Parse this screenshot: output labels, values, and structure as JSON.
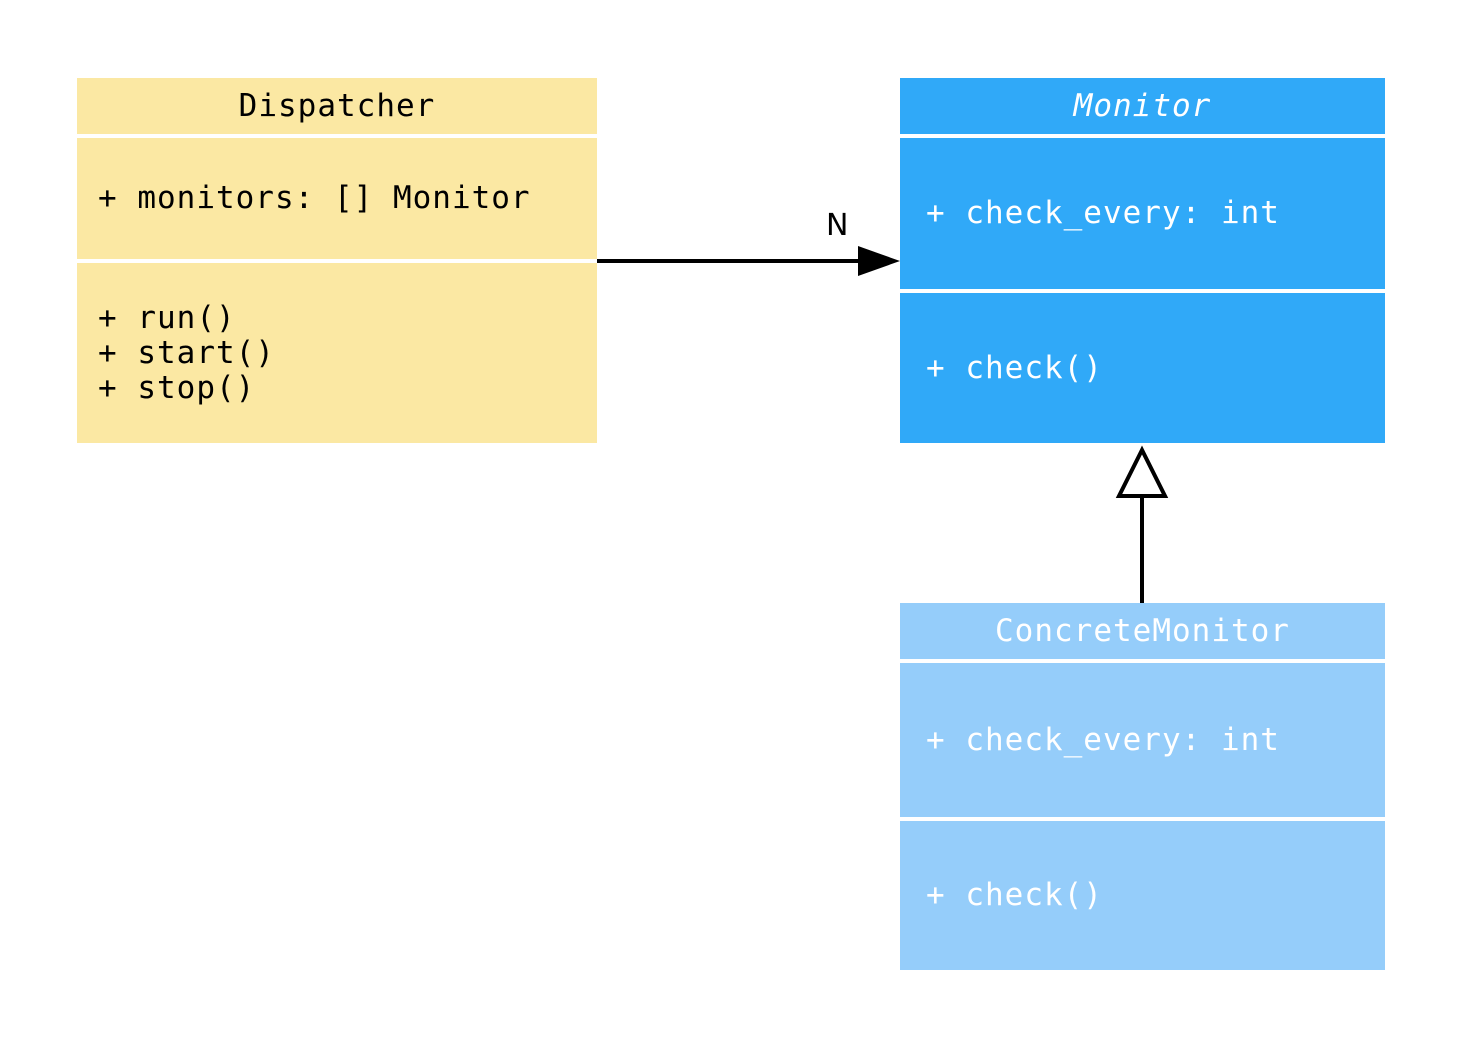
{
  "diagram": {
    "type": "uml-class-diagram",
    "background": "#ffffff",
    "line_color": "#000000",
    "classes": [
      {
        "name": "Dispatcher",
        "abstract": false,
        "fill": "#FBE8A3",
        "text_color": "#000000",
        "attributes": [
          "+ monitors: [] Monitor"
        ],
        "methods": [
          "+ run()",
          "+ start()",
          "+ stop()"
        ]
      },
      {
        "name": "Monitor",
        "abstract": true,
        "fill": "#30A9F8",
        "text_color": "#FFFFFF",
        "attributes": [
          "+ check_every: int"
        ],
        "methods": [
          "+ check()"
        ]
      },
      {
        "name": "ConcreteMonitor",
        "abstract": false,
        "fill": "#95CDFA",
        "text_color": "#FFFFFF",
        "attributes": [
          "+ check_every: int"
        ],
        "methods": [
          "+ check()"
        ]
      }
    ],
    "relationships": [
      {
        "type": "association",
        "from": "Dispatcher",
        "to": "Monitor",
        "label": "N"
      },
      {
        "type": "inheritance",
        "from": "ConcreteMonitor",
        "to": "Monitor",
        "label": ""
      }
    ]
  }
}
